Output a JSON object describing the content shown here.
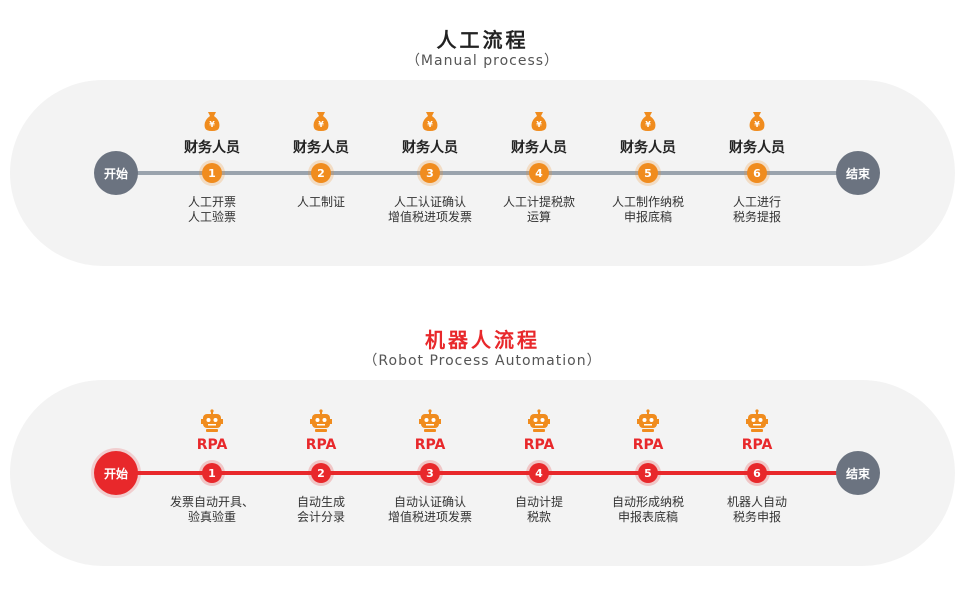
{
  "colors": {
    "manual_accent": "#f08c1e",
    "rpa_accent": "#e8282b",
    "grey_node": "#6b7380",
    "band": "#f3f3f3",
    "manual_line": "#9aa3ad",
    "rpa_line": "#e8282b"
  },
  "manual": {
    "title": "人工流程",
    "subtitle": "（Manual process）",
    "start_label": "开始",
    "end_label": "结束",
    "steps": [
      {
        "icon": "money-bag-icon",
        "role": "财务人员",
        "num": "1",
        "desc": [
          "人工开票",
          "人工验票"
        ]
      },
      {
        "icon": "money-bag-icon",
        "role": "财务人员",
        "num": "2",
        "desc": [
          "人工制证"
        ]
      },
      {
        "icon": "money-bag-icon",
        "role": "财务人员",
        "num": "3",
        "desc": [
          "人工认证确认",
          "增值税进项发票"
        ]
      },
      {
        "icon": "money-bag-icon",
        "role": "财务人员",
        "num": "4",
        "desc": [
          "人工计提税款",
          "运算"
        ]
      },
      {
        "icon": "money-bag-icon",
        "role": "财务人员",
        "num": "5",
        "desc": [
          "人工制作纳税",
          "申报底稿"
        ]
      },
      {
        "icon": "money-bag-icon",
        "role": "财务人员",
        "num": "6",
        "desc": [
          "人工进行",
          "税务提报"
        ]
      }
    ]
  },
  "rpa": {
    "title": "机器人流程",
    "subtitle": "（Robot Process Automation）",
    "start_label": "开始",
    "end_label": "结束",
    "steps": [
      {
        "icon": "robot-icon",
        "role": "RPA",
        "num": "1",
        "desc": [
          "发票自动开具、",
          "验真验重"
        ]
      },
      {
        "icon": "robot-icon",
        "role": "RPA",
        "num": "2",
        "desc": [
          "自动生成",
          "会计分录"
        ]
      },
      {
        "icon": "robot-icon",
        "role": "RPA",
        "num": "3",
        "desc": [
          "自动认证确认",
          "增值税进项发票"
        ]
      },
      {
        "icon": "robot-icon",
        "role": "RPA",
        "num": "4",
        "desc": [
          "自动计提",
          "税款"
        ]
      },
      {
        "icon": "robot-icon",
        "role": "RPA",
        "num": "5",
        "desc": [
          "自动形成纳税",
          "申报表底稿"
        ]
      },
      {
        "icon": "robot-icon",
        "role": "RPA",
        "num": "6",
        "desc": [
          "机器人自动",
          "税务申报"
        ]
      }
    ]
  }
}
